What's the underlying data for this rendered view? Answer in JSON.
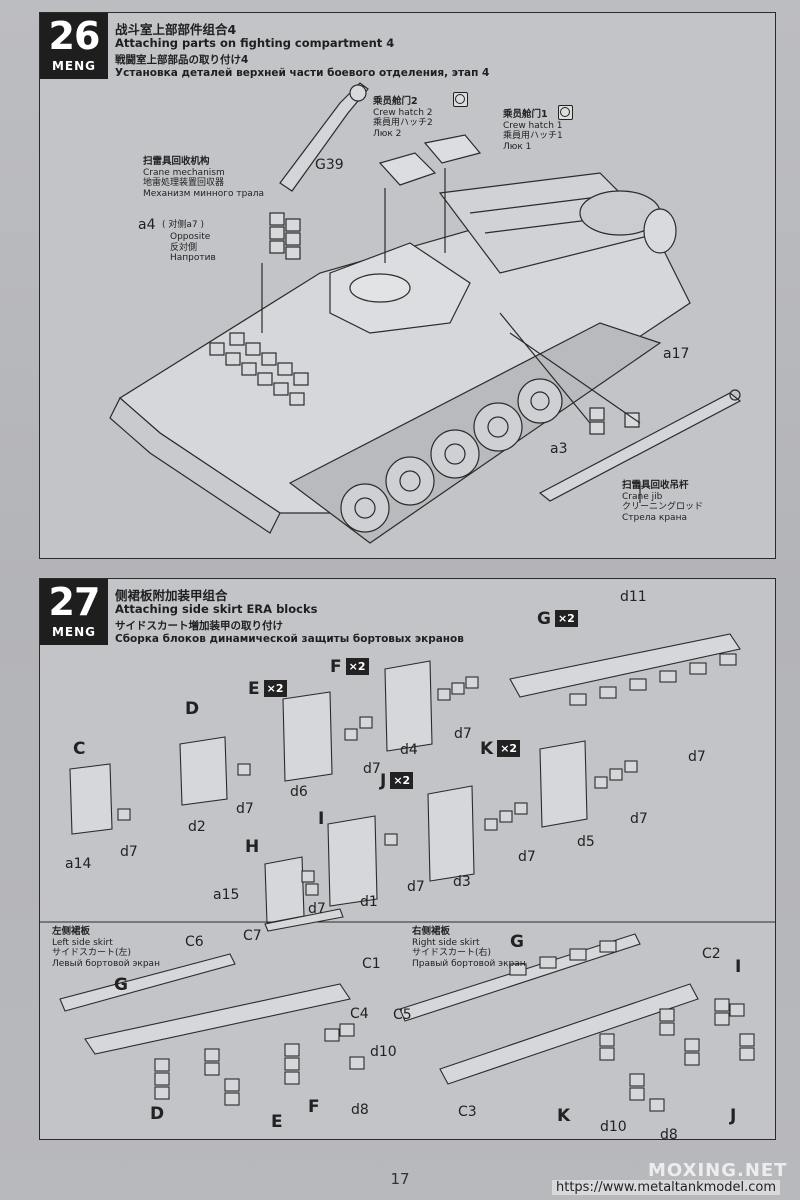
{
  "step26": {
    "number": "26",
    "brand": "MENG",
    "title_cn": "战斗室上部部件组合4",
    "title_en": "Attaching parts on fighting compartment 4",
    "title_jp": "戦闘室上部部品の取り付け4",
    "title_ru": "Установка деталей верхней части боевого отделения, этап 4",
    "labels": {
      "hatch2": [
        "乘员舱门2",
        "Crew hatch 2",
        "乘員用ハッチ2",
        "Люк 2"
      ],
      "hatch1": [
        "乘员舱门1",
        "Crew hatch 1",
        "乘員用ハッチ1",
        "Люк 1"
      ],
      "crane_mech": [
        "扫雷具回收机构",
        "Crane mechanism",
        "地雷処理装置回収器",
        "Механизм минного трала"
      ],
      "opposite": [
        "Opposite",
        "反対側",
        "Напротив"
      ],
      "jib": [
        "扫雷具回收吊杆",
        "Crane jib",
        "クリーニングロッド",
        "Стрела крана"
      ],
      "g39": "G39",
      "a4": "a4",
      "a4_opp": "( 对侧a7 )",
      "a17": "a17",
      "a3": "a3"
    }
  },
  "step27": {
    "number": "27",
    "brand": "MENG",
    "title_cn": "侧裙板附加装甲组合",
    "title_en": "Attaching side skirt ERA blocks",
    "title_jp": "サイドスカート増加装甲の取り付け",
    "title_ru": "Сборка блоков динамической защиты бортовых экранов",
    "subassemblies": {
      "C": "C",
      "D": "D",
      "E": "E",
      "F": "F",
      "G": "G",
      "H": "H",
      "I": "I",
      "J": "J",
      "K": "K",
      "x2": "×2"
    },
    "parts": {
      "a14": "a14",
      "a15": "a15",
      "d1": "d1",
      "d2": "d2",
      "d3": "d3",
      "d4": "d4",
      "d5": "d5",
      "d6": "d6",
      "d7": "d7",
      "d8": "d8",
      "d10": "d10",
      "d11": "d11",
      "C1": "C1",
      "C2": "C2",
      "C3": "C3",
      "C4": "C4",
      "C5": "C5",
      "C6": "C6",
      "C7": "C7"
    },
    "left_skirt": [
      "左侧裙板",
      "Left side skirt",
      "サイドスカート(左)",
      "Левый бортовой экран"
    ],
    "right_skirt": [
      "右侧裙板",
      "Right side skirt",
      "サイドスカート(右)",
      "Правый бортовой экран"
    ]
  },
  "footer": {
    "page": "17",
    "url": "https://www.metaltankmodel.com",
    "watermark": "MOXING.NET"
  }
}
